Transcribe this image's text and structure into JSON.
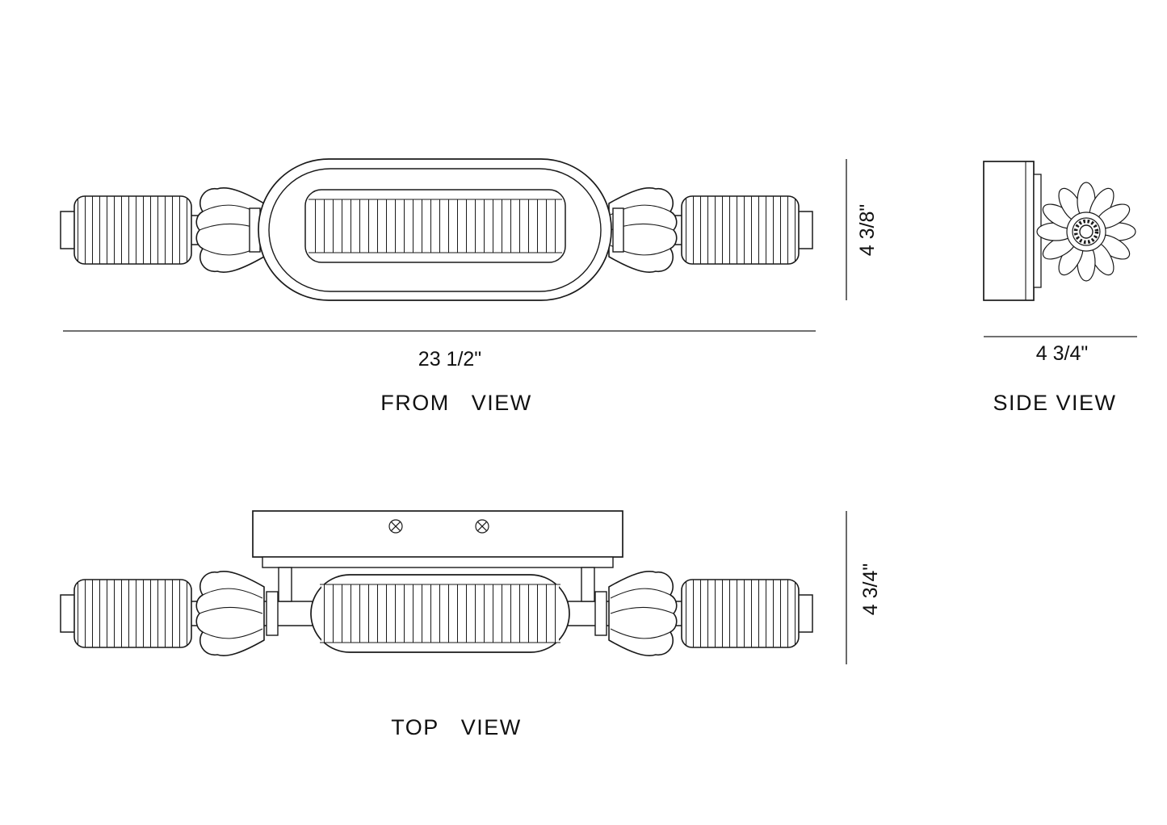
{
  "drawing": {
    "front_view": {
      "label": "FROM   VIEW",
      "width_dim": "23 1/2\"",
      "height_dim": "4 3/8\""
    },
    "side_view": {
      "label": "SIDE VIEW",
      "width_dim": "4 3/4\""
    },
    "top_view": {
      "label": "TOP   VIEW",
      "depth_dim": "4 3/4\""
    },
    "line_color": "#1a1a1a"
  }
}
